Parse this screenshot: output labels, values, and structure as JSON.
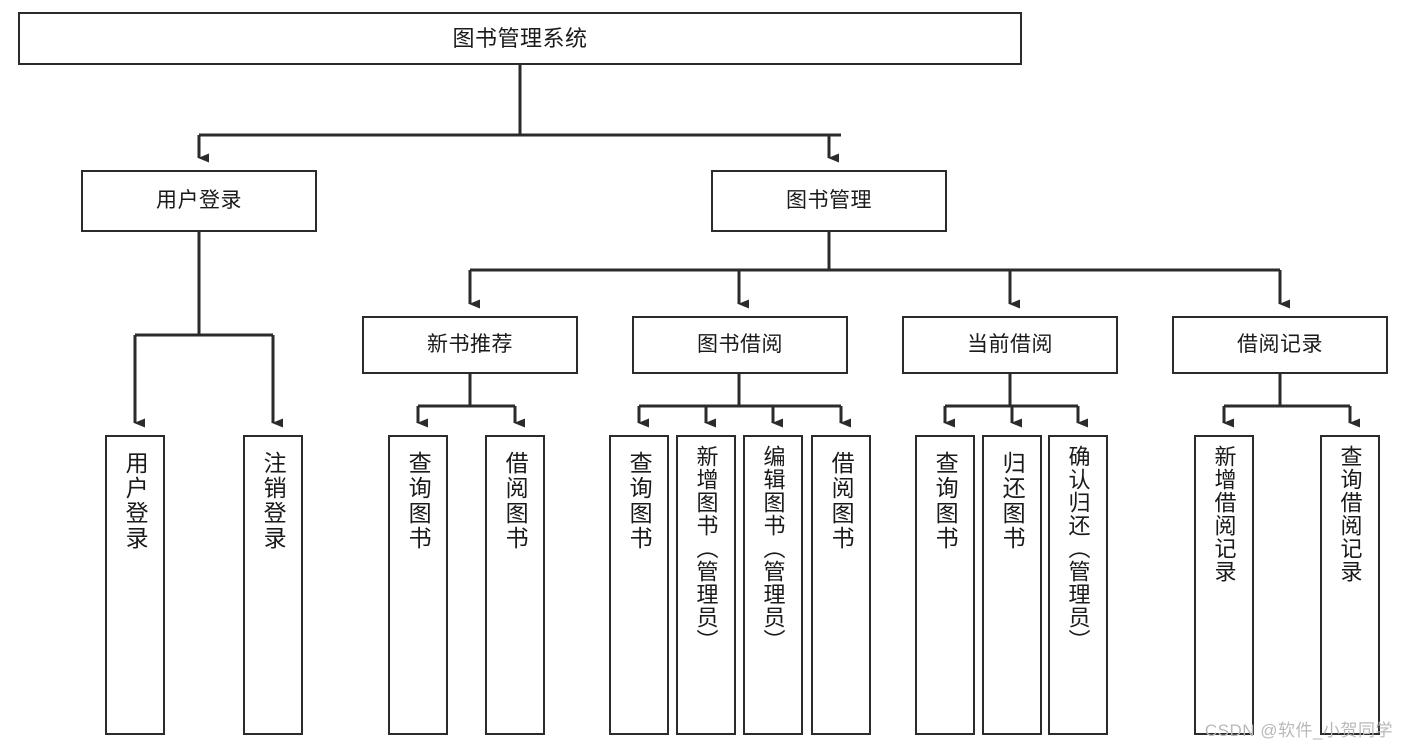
{
  "diagram": {
    "title": "图书管理系统",
    "type": "tree-structure-chart",
    "stroke_color": "#2b2b2b",
    "fill_color": "#ffffff",
    "text_color": "#1a1a1a",
    "nodes": {
      "root": {
        "label": "图书管理系统"
      },
      "level2": [
        {
          "id": "user-login",
          "label": "用户登录"
        },
        {
          "id": "book-manage",
          "label": "图书管理"
        }
      ],
      "level3": [
        {
          "id": "new-book-recommend",
          "label": "新书推荐"
        },
        {
          "id": "book-borrow",
          "label": "图书借阅"
        },
        {
          "id": "current-borrow",
          "label": "当前借阅"
        },
        {
          "id": "borrow-record",
          "label": "借阅记录"
        }
      ],
      "leaves": {
        "user_login": [
          {
            "id": "leaf-user-login",
            "label": "用户登录"
          },
          {
            "id": "leaf-logout-login",
            "label": "注销登录"
          }
        ],
        "new_book_recommend": [
          {
            "id": "leaf-query-book-1",
            "label": "查询图书"
          },
          {
            "id": "leaf-borrow-book-1",
            "label": "借阅图书"
          }
        ],
        "book_borrow": [
          {
            "id": "leaf-query-book-2",
            "label": "查询图书"
          },
          {
            "id": "leaf-add-book",
            "label": "新增图书（管理员）"
          },
          {
            "id": "leaf-edit-book",
            "label": "编辑图书（管理员）"
          },
          {
            "id": "leaf-borrow-book-2",
            "label": "借阅图书"
          }
        ],
        "current_borrow": [
          {
            "id": "leaf-query-book-3",
            "label": "查询图书"
          },
          {
            "id": "leaf-return-book",
            "label": "归还图书"
          },
          {
            "id": "leaf-confirm-return",
            "label": "确认归还（管理员）"
          }
        ],
        "borrow_record": [
          {
            "id": "leaf-add-record",
            "label": "新增借阅记录"
          },
          {
            "id": "leaf-query-record",
            "label": "查询借阅记录"
          }
        ]
      }
    }
  },
  "watermark": {
    "text": "CSDN @软件_小贺同学"
  }
}
